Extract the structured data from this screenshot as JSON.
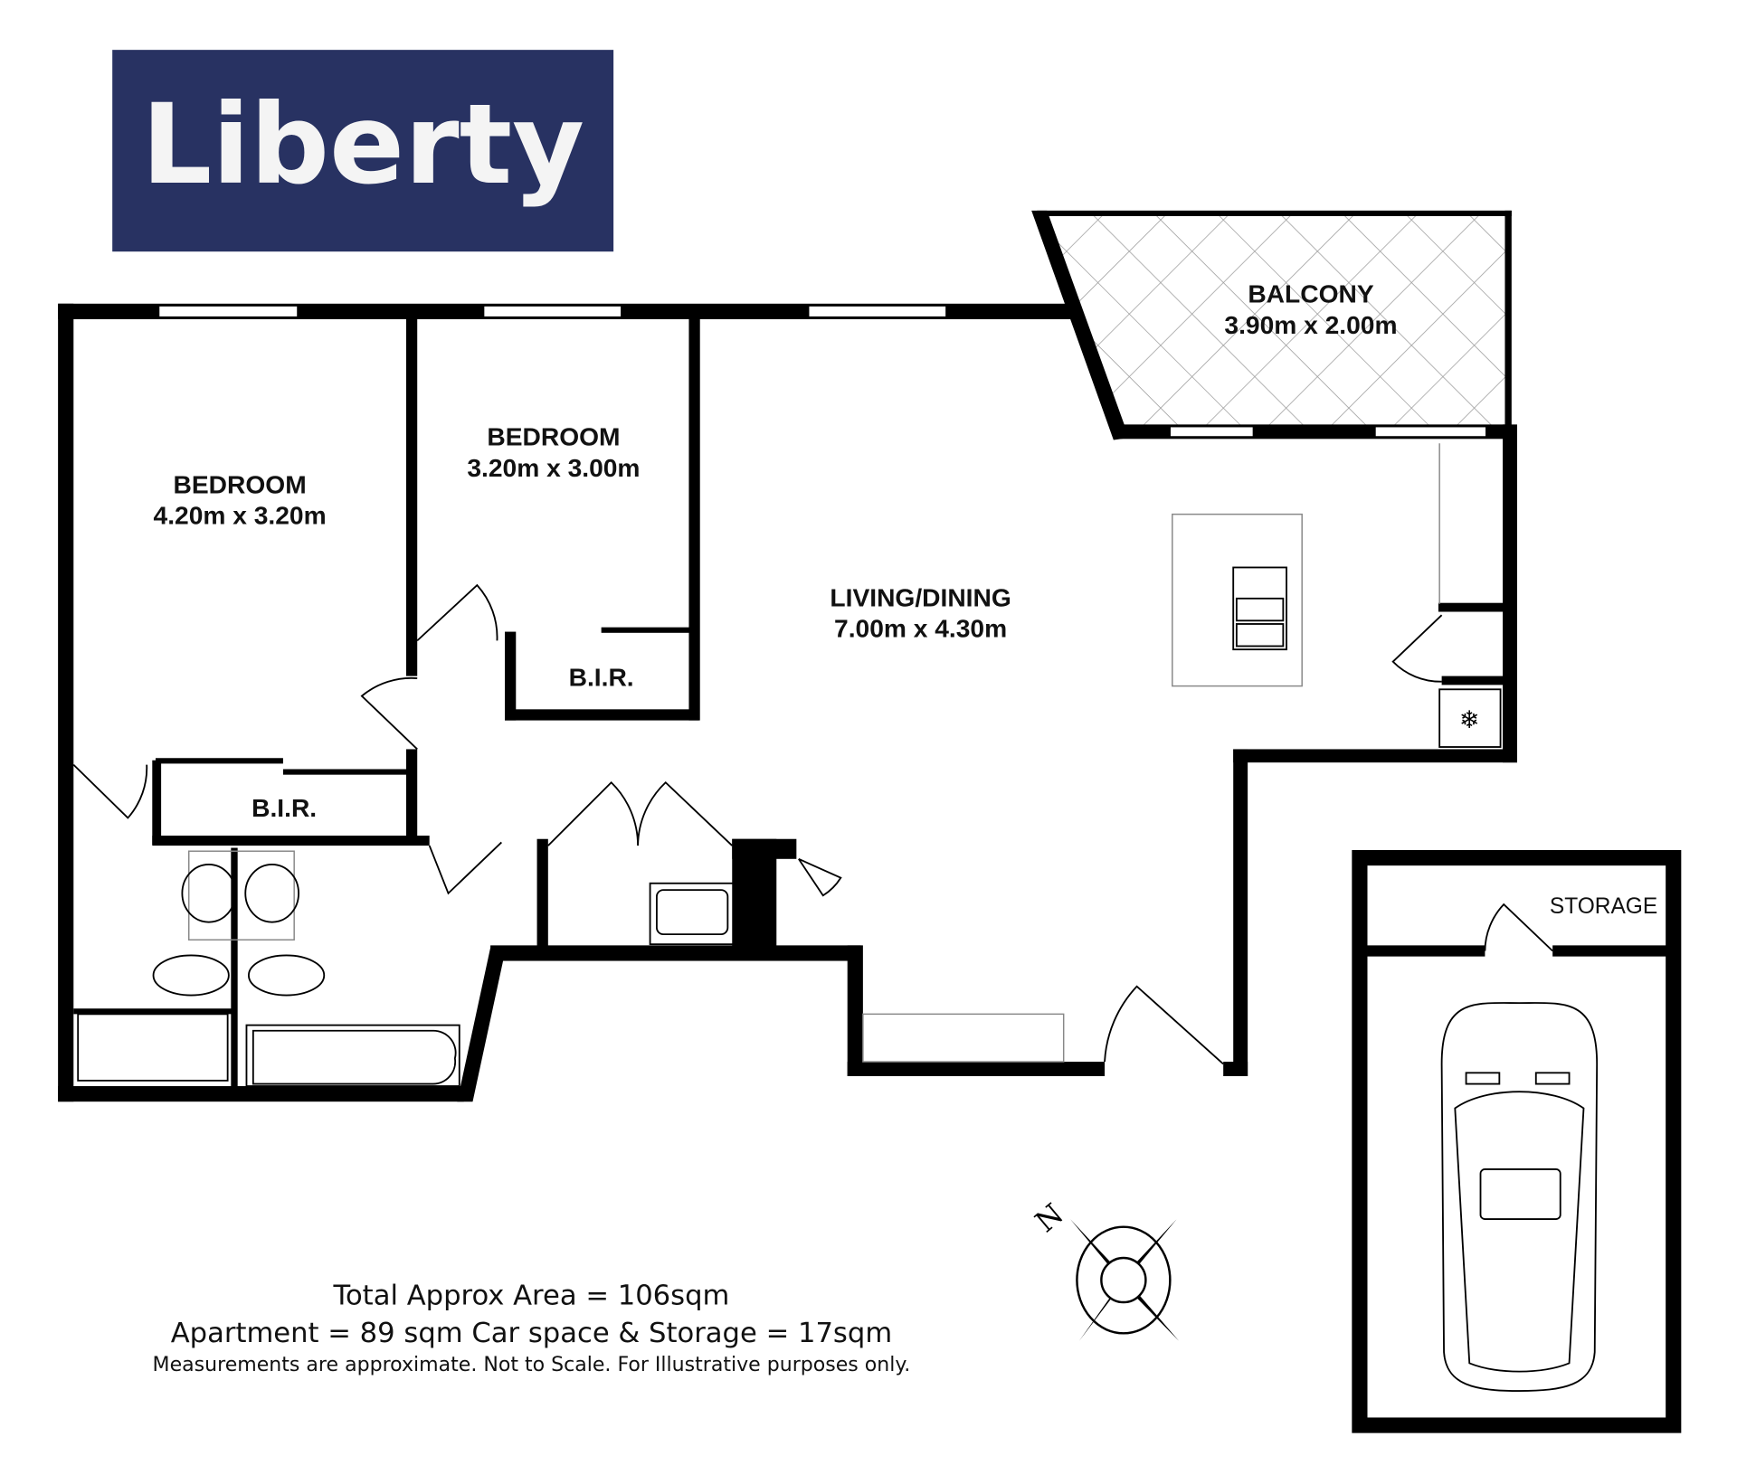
{
  "logo": {
    "text": "Liberty",
    "color": "#283262"
  },
  "rooms": {
    "bedroom1": {
      "name": "BEDROOM",
      "size": "4.20m x 3.20m"
    },
    "bedroom2": {
      "name": "BEDROOM",
      "size": "3.20m x 3.00m"
    },
    "living": {
      "name": "LIVING/DINING",
      "size": "7.00m x 4.30m"
    },
    "balcony": {
      "name": "BALCONY",
      "size": "3.90m x 2.00m"
    },
    "bir1": {
      "name": "B.I.R."
    },
    "bir2": {
      "name": "B.I.R."
    },
    "storage": {
      "name": "STORAGE"
    }
  },
  "notes": {
    "total": "Total Approx Area = 106sqm",
    "breakdown": "Apartment = 89 sqm Car space & Storage = 17sqm",
    "disclaimer": "Measurements are approximate. Not to Scale. For Illustrative purposes only."
  },
  "compass": {
    "label": "N"
  }
}
